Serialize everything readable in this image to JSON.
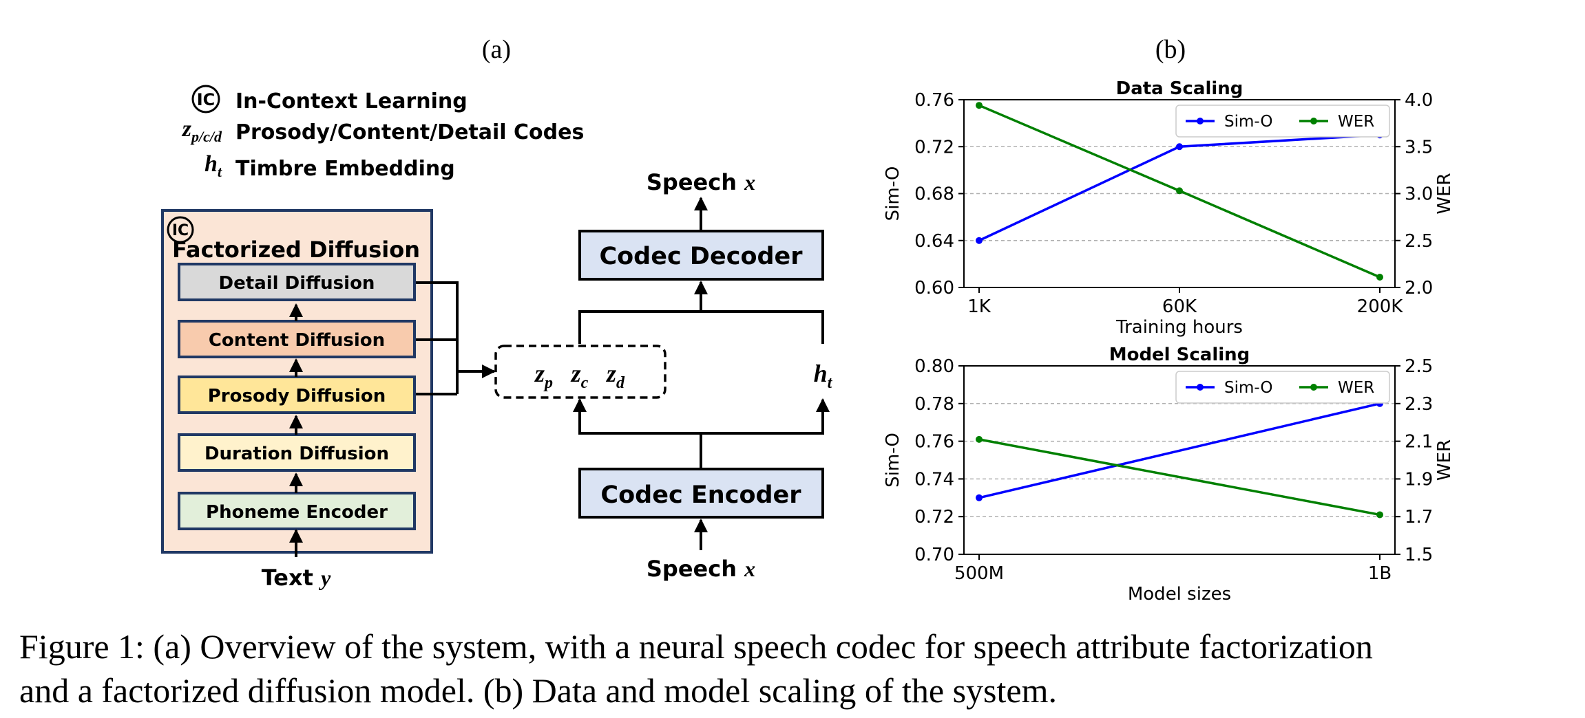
{
  "panel_labels": {
    "a": "(a)",
    "b": "(b)"
  },
  "legend_a": {
    "ic_symbol": "IC",
    "items": [
      {
        "symbol_main": "z",
        "symbol_sub": "p/c/d",
        "label": "Prosody/Content/Detail Codes"
      },
      {
        "symbol_main": "h",
        "symbol_sub": "t",
        "label": "Timbre Embedding"
      }
    ],
    "ic_label": "In-Context Learning"
  },
  "diagram": {
    "ic_badge": "IC",
    "fd_title": "Factorized Diffusion",
    "blocks": [
      {
        "label": "Detail Diffusion",
        "color": "#d9d9d9"
      },
      {
        "label": "Content Diffusion",
        "color": "#f8cbad"
      },
      {
        "label": "Prosody Diffusion",
        "color": "#ffe699"
      },
      {
        "label": "Duration Diffusion",
        "color": "#fff2cc"
      },
      {
        "label": "Phoneme Encoder",
        "color": "#e2efda"
      }
    ],
    "fd_background": "#fbe5d6",
    "box_border": "#203864",
    "codec_color": "#dae3f3",
    "text_input": {
      "prefix": "Text ",
      "var": "y"
    },
    "codes": [
      {
        "main": "z",
        "sub": "p"
      },
      {
        "main": "z",
        "sub": "c"
      },
      {
        "main": "z",
        "sub": "d"
      }
    ],
    "timbre": {
      "main": "h",
      "sub": "t"
    },
    "codec_decoder": "Codec Decoder",
    "codec_encoder": "Codec Encoder",
    "speech_out": {
      "prefix": "Speech ",
      "var": "x"
    },
    "speech_in": {
      "prefix": "Speech ",
      "var": "x"
    }
  },
  "chart_data": [
    {
      "type": "line",
      "title": "Data Scaling",
      "xlabel": "Training hours",
      "categories": [
        "1K",
        "60K",
        "200K"
      ],
      "y_left_label": "Sim-O",
      "y_right_label": "WER",
      "y_left_lim": [
        0.6,
        0.76
      ],
      "y_left_ticks": [
        "0.60",
        "0.64",
        "0.68",
        "0.72",
        "0.76"
      ],
      "y_right_lim": [
        2.0,
        4.0
      ],
      "y_right_ticks": [
        "2.0",
        "2.5",
        "3.0",
        "3.5",
        "4.0"
      ],
      "grid": true,
      "legend_position": "top-right",
      "series": [
        {
          "name": "Sim-O",
          "axis": "left",
          "color": "#0000ff",
          "values": [
            0.64,
            0.72,
            0.73
          ]
        },
        {
          "name": "WER",
          "axis": "right",
          "color": "#008000",
          "values": [
            3.94,
            3.03,
            2.11
          ]
        }
      ]
    },
    {
      "type": "line",
      "title": "Model Scaling",
      "xlabel": "Model sizes",
      "categories": [
        "500M",
        "1B"
      ],
      "y_left_label": "Sim-O",
      "y_right_label": "WER",
      "y_left_lim": [
        0.7,
        0.8
      ],
      "y_left_ticks": [
        "0.70",
        "0.72",
        "0.74",
        "0.76",
        "0.78",
        "0.80"
      ],
      "y_right_lim": [
        1.5,
        2.5
      ],
      "y_right_ticks": [
        "1.5",
        "1.7",
        "1.9",
        "2.1",
        "2.3",
        "2.5"
      ],
      "grid": true,
      "legend_position": "top-right",
      "series": [
        {
          "name": "Sim-O",
          "axis": "left",
          "color": "#0000ff",
          "values": [
            0.73,
            0.78
          ]
        },
        {
          "name": "WER",
          "axis": "right",
          "color": "#008000",
          "values": [
            2.11,
            1.71
          ]
        }
      ]
    }
  ],
  "caption": {
    "line1": "Figure 1: (a) Overview of the system, with a neural speech codec for speech attribute factorization",
    "line2": "and a factorized diffusion model. (b) Data and model scaling of the system."
  }
}
